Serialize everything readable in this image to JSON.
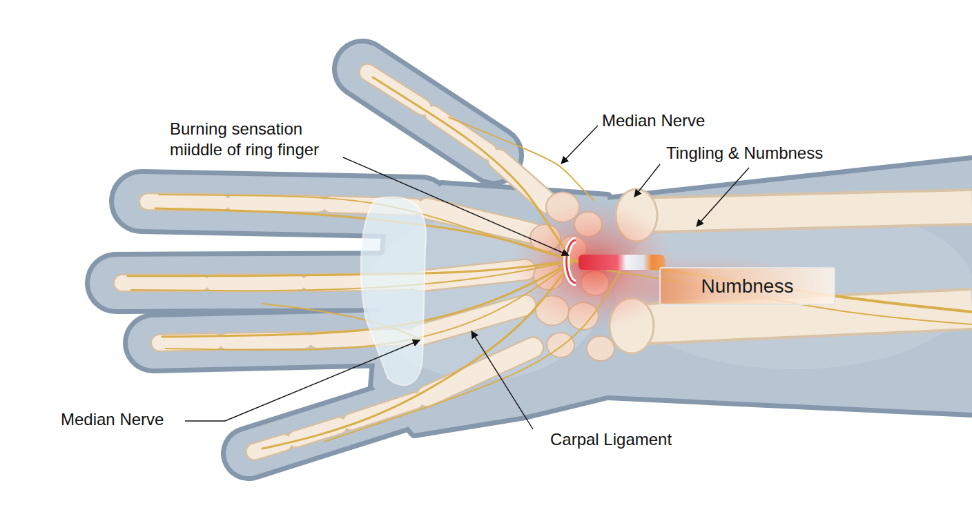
{
  "diagram": {
    "nodes": [
      {
        "text": [
          "Numbness"
        ]
      }
    ],
    "labels": [
      "Burning sensation miiddle of ring finger",
      "Median Nerve",
      "Tingling & Numbness",
      "Median Nerve",
      "Carpal Ligament"
    ]
  }
}
